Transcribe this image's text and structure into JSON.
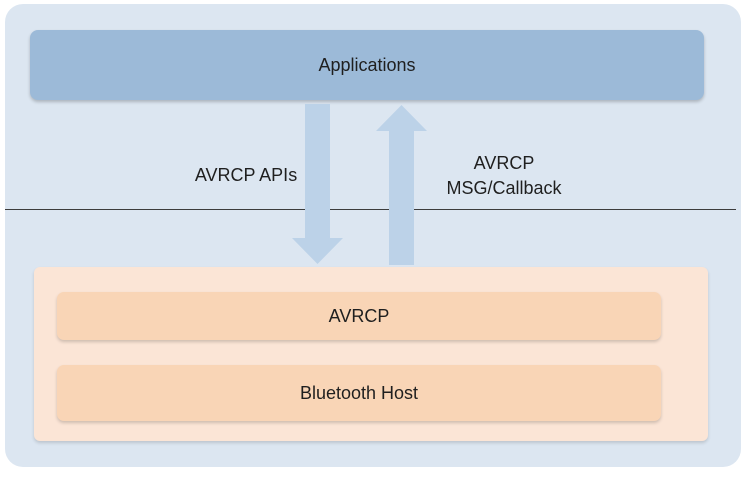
{
  "diagram": {
    "applications_label": "Applications",
    "down_arrow_label": "AVRCP APIs",
    "up_arrow_label_line1": "AVRCP",
    "up_arrow_label_line2": "MSG/Callback",
    "layers": [
      {
        "label": "AVRCP"
      },
      {
        "label": "Bluetooth Host"
      }
    ]
  },
  "colors": {
    "outer_panel": "#dce6f1",
    "applications_box": "#9cbad8",
    "arrow_fill": "#bcd2e8",
    "host_panel": "#fbe5d6",
    "layer_box": "#f9d5b6",
    "divider_line": "#3c3c3c"
  }
}
